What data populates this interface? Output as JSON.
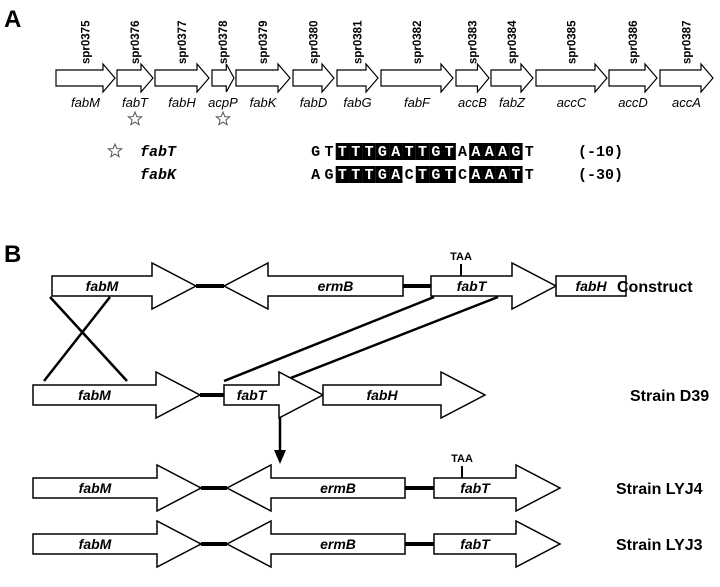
{
  "panel_a": {
    "label": "A",
    "genes": [
      {
        "id": "spr0375",
        "name": "fabM",
        "star": false
      },
      {
        "id": "spr0376",
        "name": "fabT",
        "star": true
      },
      {
        "id": "spr0377",
        "name": "fabH",
        "star": false
      },
      {
        "id": "spr0378",
        "name": "acpP",
        "star": true
      },
      {
        "id": "spr0379",
        "name": "fabK",
        "star": false
      },
      {
        "id": "spr0380",
        "name": "fabD",
        "star": false
      },
      {
        "id": "spr0381",
        "name": "fabG",
        "star": false
      },
      {
        "id": "spr0382",
        "name": "fabF",
        "star": false
      },
      {
        "id": "spr0383",
        "name": "accB",
        "star": false
      },
      {
        "id": "spr0384",
        "name": "fabZ",
        "star": false
      },
      {
        "id": "spr0385",
        "name": "accC",
        "star": false
      },
      {
        "id": "spr0386",
        "name": "accD",
        "star": false
      },
      {
        "id": "spr0387",
        "name": "accA",
        "star": false
      }
    ],
    "alignment": [
      {
        "gene": "fabT",
        "star": true,
        "sequence": "GTTTTGATTGTAAAAGT",
        "highlight": [
          0,
          0,
          1,
          1,
          1,
          1,
          1,
          1,
          1,
          1,
          1,
          0,
          1,
          1,
          1,
          1,
          0
        ],
        "position": "(-10)"
      },
      {
        "gene": "fabK",
        "star": false,
        "sequence": "AGTTTGACTGTCAAATT",
        "highlight": [
          0,
          0,
          1,
          1,
          1,
          1,
          1,
          0,
          1,
          1,
          1,
          0,
          1,
          1,
          1,
          1,
          0
        ],
        "position": "(-30)"
      }
    ]
  },
  "panel_b": {
    "label": "B",
    "rows": [
      {
        "name": "Construct",
        "genes": [
          "fabM",
          "ermB",
          "fabT",
          "fabH"
        ],
        "taa": "TAA"
      },
      {
        "name": "Strain D39",
        "genes": [
          "fabM",
          "fabT",
          "fabH"
        ]
      },
      {
        "name": "Strain LYJ4",
        "genes": [
          "fabM",
          "ermB",
          "fabT"
        ],
        "taa": "TAA"
      },
      {
        "name": "Strain LYJ3",
        "genes": [
          "fabM",
          "ermB",
          "fabT"
        ]
      }
    ]
  },
  "colors": {
    "stroke": "#000000",
    "fill": "#ffffff",
    "highlight": "#000000"
  }
}
